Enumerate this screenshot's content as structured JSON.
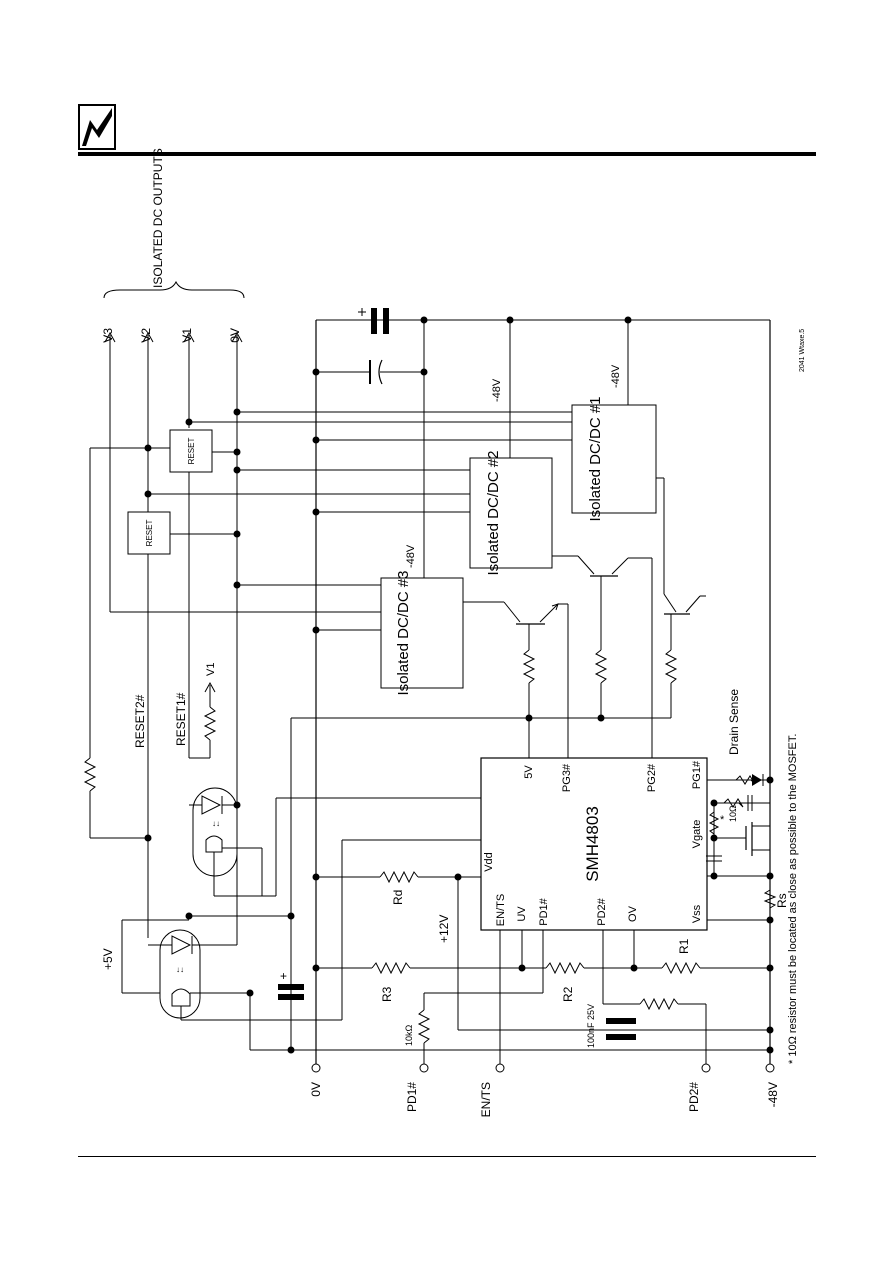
{
  "outputs": {
    "header": "ISOLATED DC OUTPUTS",
    "v3": "V3",
    "v2": "V2",
    "v1": "V1",
    "zero": "0V"
  },
  "converters": {
    "c1": "Isolated DC/DC #1",
    "c2": "Isolated DC/DC #2",
    "c3": "Isolated DC/DC #3",
    "neg48": "-48V"
  },
  "resets": {
    "box": "RESET",
    "reset1": "RESET1#",
    "reset2": "RESET2#",
    "v1_arrow": "V1"
  },
  "chip": {
    "name": "SMH4803",
    "pins": [
      "5V",
      "PG3#",
      "PG2#",
      "PG1#",
      "Vgate",
      "Vss",
      "OV",
      "PD2#",
      "PD1#",
      "UV",
      "EN/TS",
      "Vdd"
    ]
  },
  "components": {
    "rd": "Rd",
    "r1": "R1",
    "r2": "R2",
    "r3": "R3",
    "rs": "Rs",
    "r10k": "10kΩ",
    "r10": "10Ω",
    "cap": "100nF 25V",
    "star": "*"
  },
  "rails": {
    "p5v": "+5V",
    "p12v": "+12V",
    "drain_sense": "Drain Sense"
  },
  "terminals": {
    "zero": "0V",
    "pd1": "PD1#",
    "ents": "EN/TS",
    "pd2": "PD2#",
    "neg48": "-48V"
  },
  "footnote": "* 10Ω resistor must be located as close as possible to the MOSFET.",
  "figure_code": "2041 Wtaxe.5"
}
